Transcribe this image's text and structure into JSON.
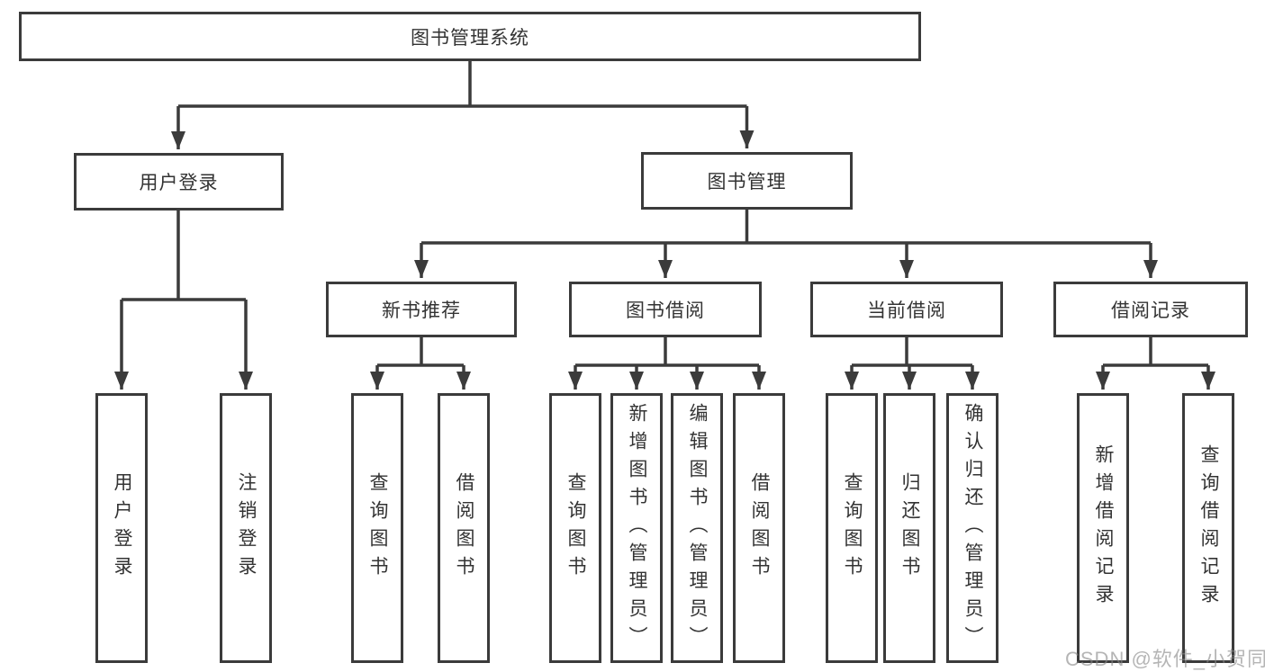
{
  "title": "图书管理系统",
  "colors": {
    "line": "#3b3b3b",
    "text": "#333333",
    "background": "#ffffff",
    "watermark_gray": "#878787"
  },
  "watermark": "CSDN @软件_小贺同学",
  "nodes": {
    "root": "图书管理系统",
    "user_login": "用户登录",
    "book_management": "图书管理",
    "new_book_recommend": "新书推荐",
    "book_borrow": "图书借阅",
    "current_borrow": "当前借阅",
    "borrow_record": "借阅记录"
  },
  "leaves": {
    "user_login": [
      "用户登录",
      "注销登录"
    ],
    "new_book_recommend": [
      "查询图书",
      "借阅图书"
    ],
    "book_borrow": [
      "查询图书",
      "新增图书（管理员）",
      "编辑图书（管理员）",
      "借阅图书"
    ],
    "current_borrow": [
      "查询图书",
      "归还图书",
      "确认归还（管理员）"
    ],
    "borrow_record": [
      "新增借阅记录",
      "查询借阅记录"
    ]
  }
}
